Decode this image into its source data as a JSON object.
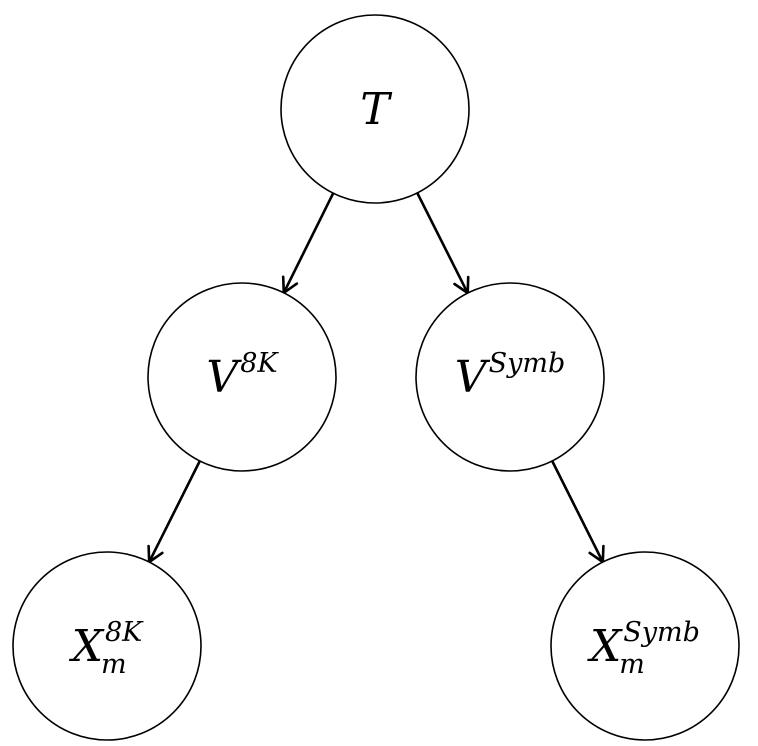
{
  "diagram": {
    "nodes": [
      {
        "id": "T",
        "main": "T",
        "sup": "",
        "sub": ""
      },
      {
        "id": "V8K",
        "main": "V",
        "sup": "8K",
        "sub": ""
      },
      {
        "id": "VSymb",
        "main": "V",
        "sup": "Symb",
        "sub": ""
      },
      {
        "id": "X8K",
        "main": "X",
        "sup": "8K",
        "sub": "m"
      },
      {
        "id": "XSymb",
        "main": "X",
        "sup": "Symb",
        "sub": "m"
      }
    ],
    "edges": [
      {
        "from": "T",
        "to": "V8K"
      },
      {
        "from": "T",
        "to": "VSymb"
      },
      {
        "from": "V8K",
        "to": "X8K"
      },
      {
        "from": "VSymb",
        "to": "XSymb"
      }
    ]
  }
}
